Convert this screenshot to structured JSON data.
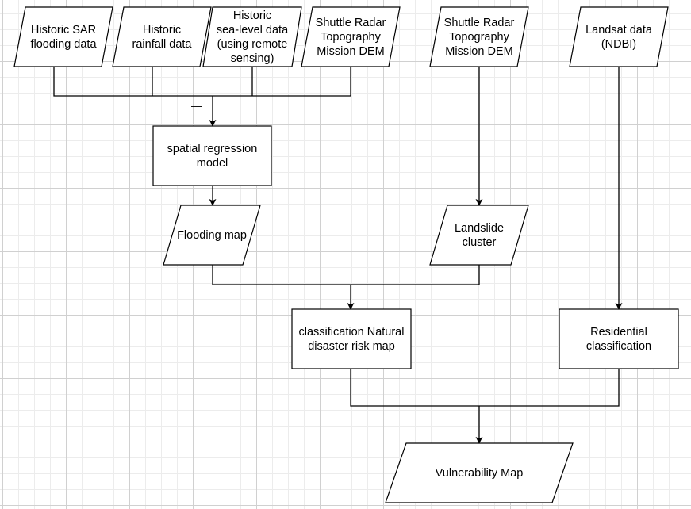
{
  "nodes": {
    "sar": "Historic SAR\nflooding data",
    "rainfall": "Historic\nrainfall data",
    "sealevel": "Historic\nsea-level data\n(using remote\nsensing)",
    "srtm1": "Shuttle Radar\nTopography\nMission DEM",
    "srtm2": "Shuttle Radar\nTopography\nMission DEM",
    "landsat": "Landsat data\n(NDBI)",
    "regression": "spatial regression\nmodel",
    "flooding": "Flooding map",
    "landslide": "Landslide\ncluster",
    "risk": "classification Natural\ndisaster risk map",
    "residential": "Residential\nclassification",
    "vulnerability": "Vulnerability Map"
  },
  "marks": {
    "edge_label": "—"
  },
  "colors": {
    "stroke": "#000000",
    "fill": "#ffffff",
    "grid": "#d0d0d0"
  }
}
